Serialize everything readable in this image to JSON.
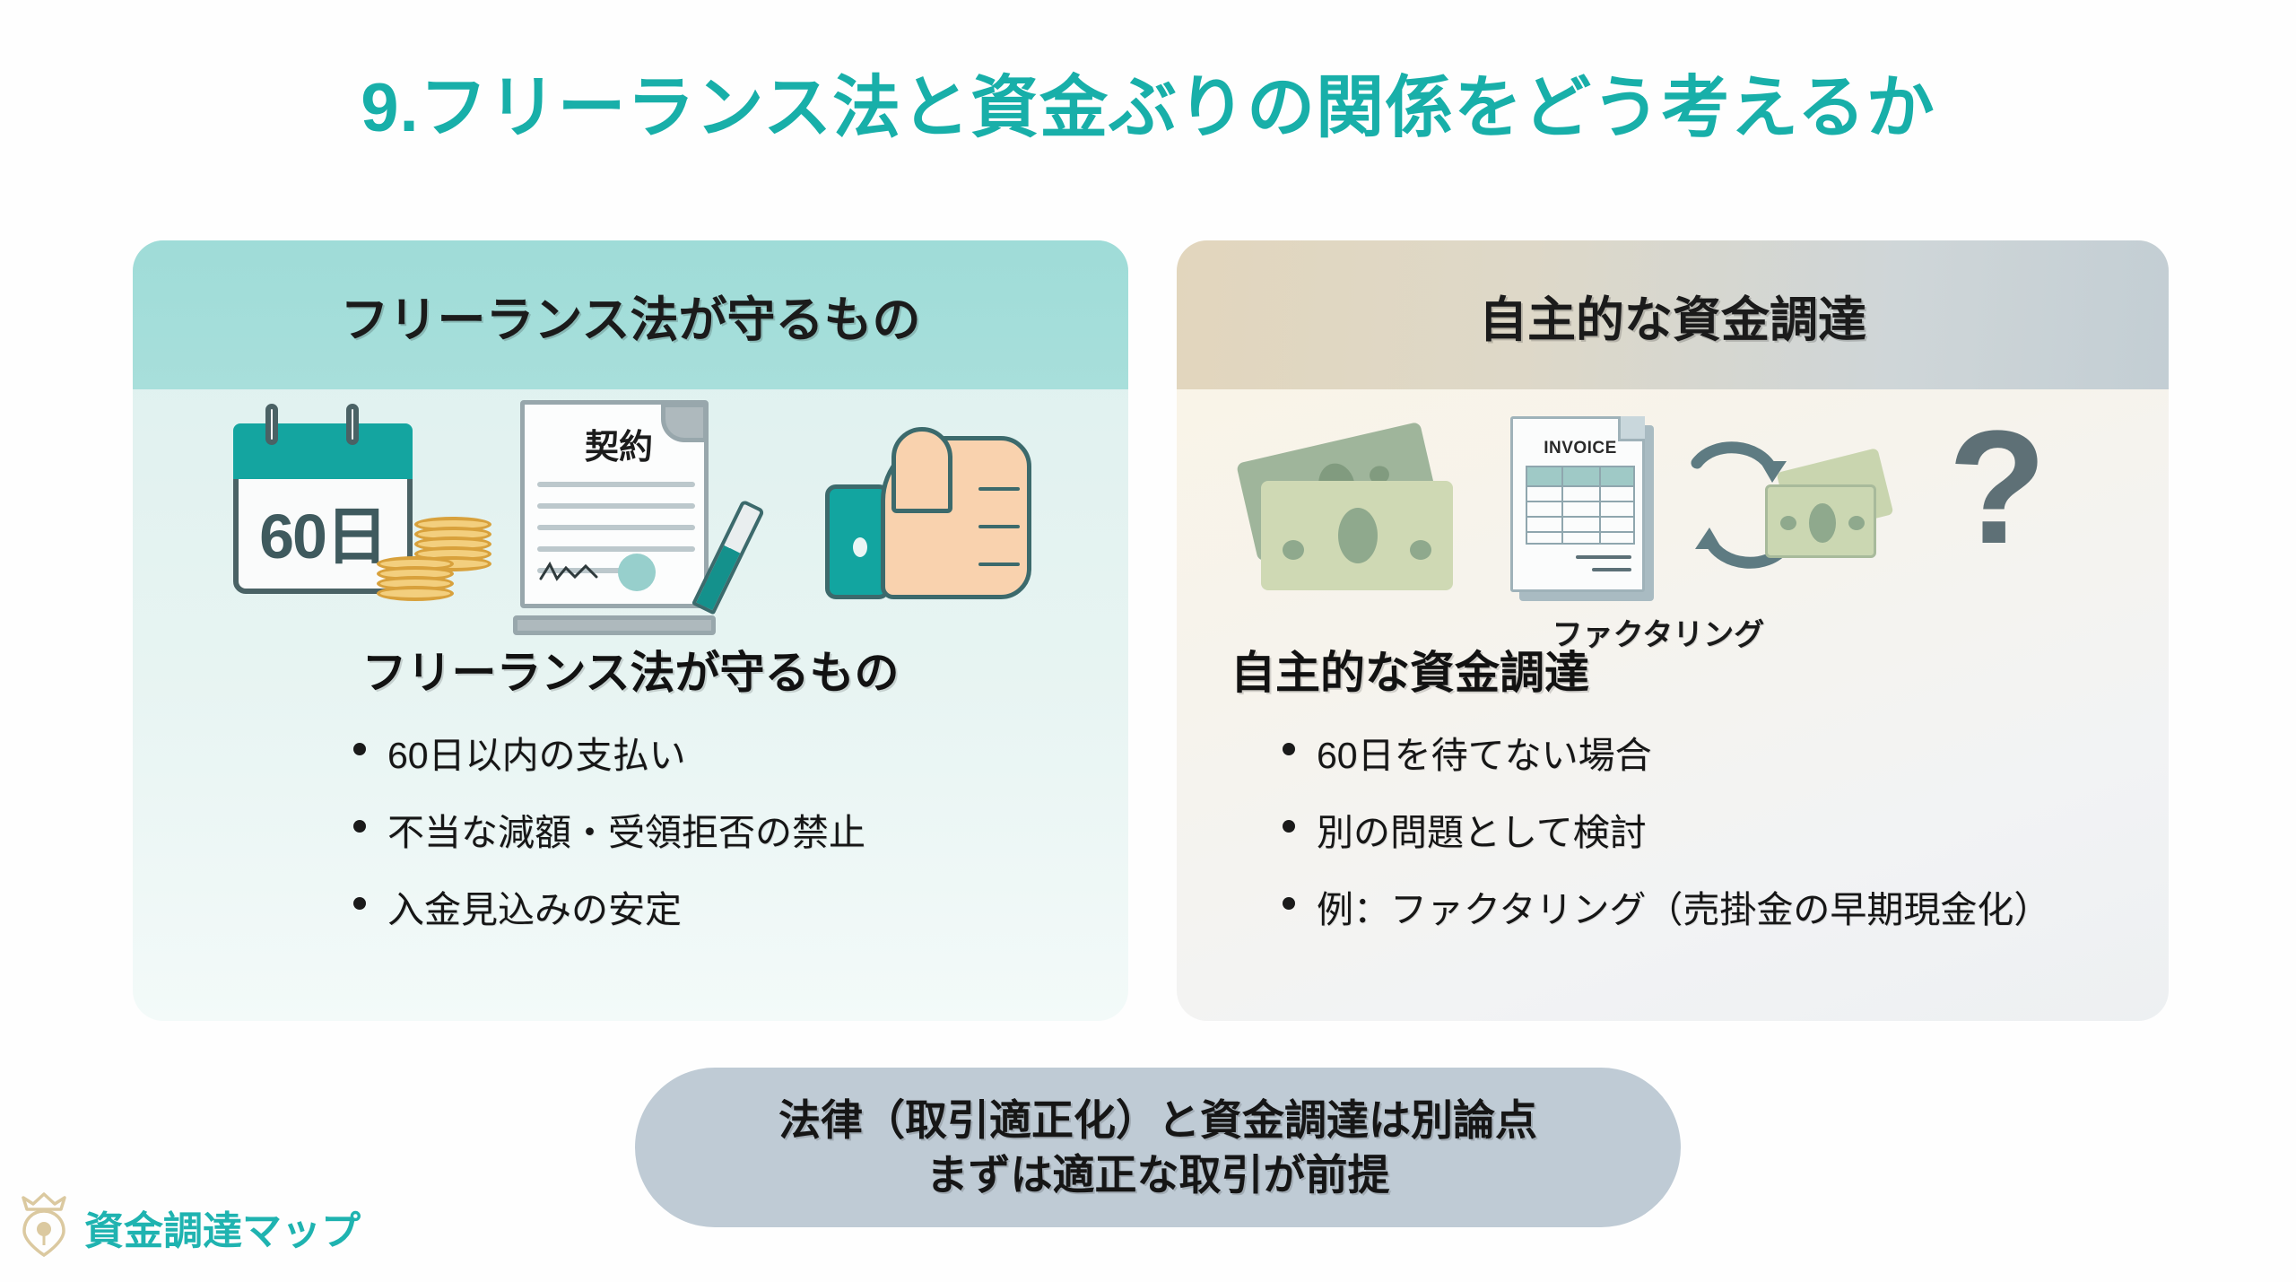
{
  "slide": {
    "title": "9.フリーランス法と資金ぶりの関係をどう考えるか",
    "accent_color": "#18AFA9",
    "background_color": "#FEFEFE"
  },
  "left_card": {
    "header": "フリーランス法が守るもの",
    "header_bg": "#A2DDD9",
    "body_bg": "#E3F2F0",
    "body_title": "フリーランス法が守るもの",
    "bullets": [
      "60日以内の支払い",
      "不当な減額・受領拒否の禁止",
      "入金見込みの安定"
    ],
    "illustration": {
      "calendar_label": "60日",
      "document_label": "契約",
      "icons": [
        "calendar-icon",
        "coins-icon",
        "contract-document-icon",
        "pen-icon",
        "thumbs-up-icon"
      ]
    }
  },
  "right_card": {
    "header": "自主的な資金調達",
    "header_bg": "#D8D4C6",
    "body_bg": "#F2F3F3",
    "body_title": "自主的な資金調達",
    "bullets": [
      "60日を待てない場合",
      "別の問題として検討",
      "例：ファクタリング（売掛金の早期現金化）"
    ],
    "illustration": {
      "invoice_label": "INVOICE",
      "caption": "ファクタリング",
      "question_glyph": "?",
      "icons": [
        "banknotes-icon",
        "invoice-icon",
        "circular-arrows-icon",
        "cash-icon",
        "question-mark-icon"
      ]
    }
  },
  "banner": {
    "bg": "#BFCBD5",
    "line1": "法律（取引適正化）と資金調達は別論点",
    "line2": "まずは適正な取引が前提"
  },
  "logo": {
    "text": "資金調達マップ",
    "text_color": "#1FB3B0",
    "pin_color": "#DBC9A0",
    "icon": "crowned-map-pin-icon"
  }
}
